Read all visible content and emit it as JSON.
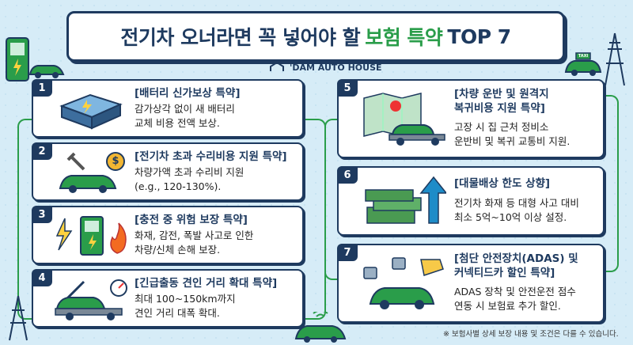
{
  "title": {
    "part1": "전기차 오너라면 꼭 넣어야 할",
    "highlight": "보험 특약",
    "part2": "TOP 7"
  },
  "brand": "'DAM AUTO HOUSE",
  "items": [
    {
      "num": "1",
      "title": "[배터리 신가보상 특약]",
      "desc1": "감가상각 없이 새 배터리",
      "desc2": "교체 비용 전액 보상."
    },
    {
      "num": "2",
      "title": "[전기차 초과 수리비용 지원 특약]",
      "desc1": "차량가액 초과 수리비 지원",
      "desc2": "(e.g., 120-130%)."
    },
    {
      "num": "3",
      "title": "[충전 중 위험 보장 특약]",
      "desc1": "화재, 감전, 폭발 사고로 인한",
      "desc2": "차량/신체 손해 보장."
    },
    {
      "num": "4",
      "title": "[긴급출동 견인 거리 확대 특약]",
      "desc1": "최대 100~150km까지",
      "desc2": "견인 거리 대폭 확대."
    },
    {
      "num": "5",
      "title1": "[차량 운반 및 원격지",
      "title2": "복귀비용 지원 특약]",
      "desc1": "고장 시 집 근처 정비소",
      "desc2": "운반비 및 복귀 교통비 지원."
    },
    {
      "num": "6",
      "title": "[대물배상 한도 상향]",
      "desc1": "전기차 화재 등 대형 사고 대비",
      "desc2": "최소 5억~10억 이상 설정."
    },
    {
      "num": "7",
      "title1": "[첨단 안전장치(ADAS) 및",
      "title2": "커넥티드카 할인 특약]",
      "desc1": "ADAS 장착 및 안전운전 점수",
      "desc2": "연동 시 보험료 추가 할인."
    }
  ],
  "icons": {
    "price": "$",
    "taxi": "TAXI"
  },
  "footnote": "※ 보험사별 상세 보장 내용 및 조건은 다를 수 있습니다.",
  "colors": {
    "navy": "#1e3a5f",
    "green": "#2a9d4a",
    "bg": "#d6ecf7"
  }
}
